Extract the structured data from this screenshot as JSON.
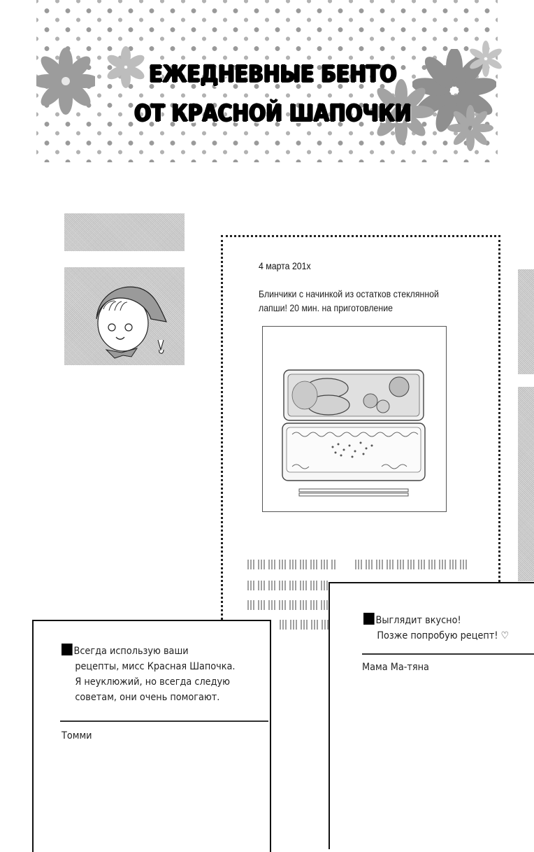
{
  "header": {
    "title_line1": "ЕЖЕДНЕВНЫЕ БЕНТО",
    "title_line2": "ОТ КРАСНОЙ ШАПОЧКИ"
  },
  "profile": {
    "avatar_icon": "girl-with-headscarf-avatar"
  },
  "post": {
    "date": "4 марта 201х",
    "text_line1": "Блинчики с начинкой из остатков стеклянной",
    "text_line2": "лапши! 20 мин. на приготовление",
    "photo_icon": "bento-box-illustration"
  },
  "comments": [
    {
      "lines": [
        "Всегда использую ваши",
        "рецепты, мисс Красная Шапочка.",
        "Я неуклюжий, но всегда следую",
        "советам, они очень помогают."
      ],
      "author": "Томми"
    },
    {
      "lines": [
        "Выглядит вкусно!",
        "Позже попробую рецепт! ♡"
      ],
      "author": "Мама Ма-тяна"
    }
  ]
}
